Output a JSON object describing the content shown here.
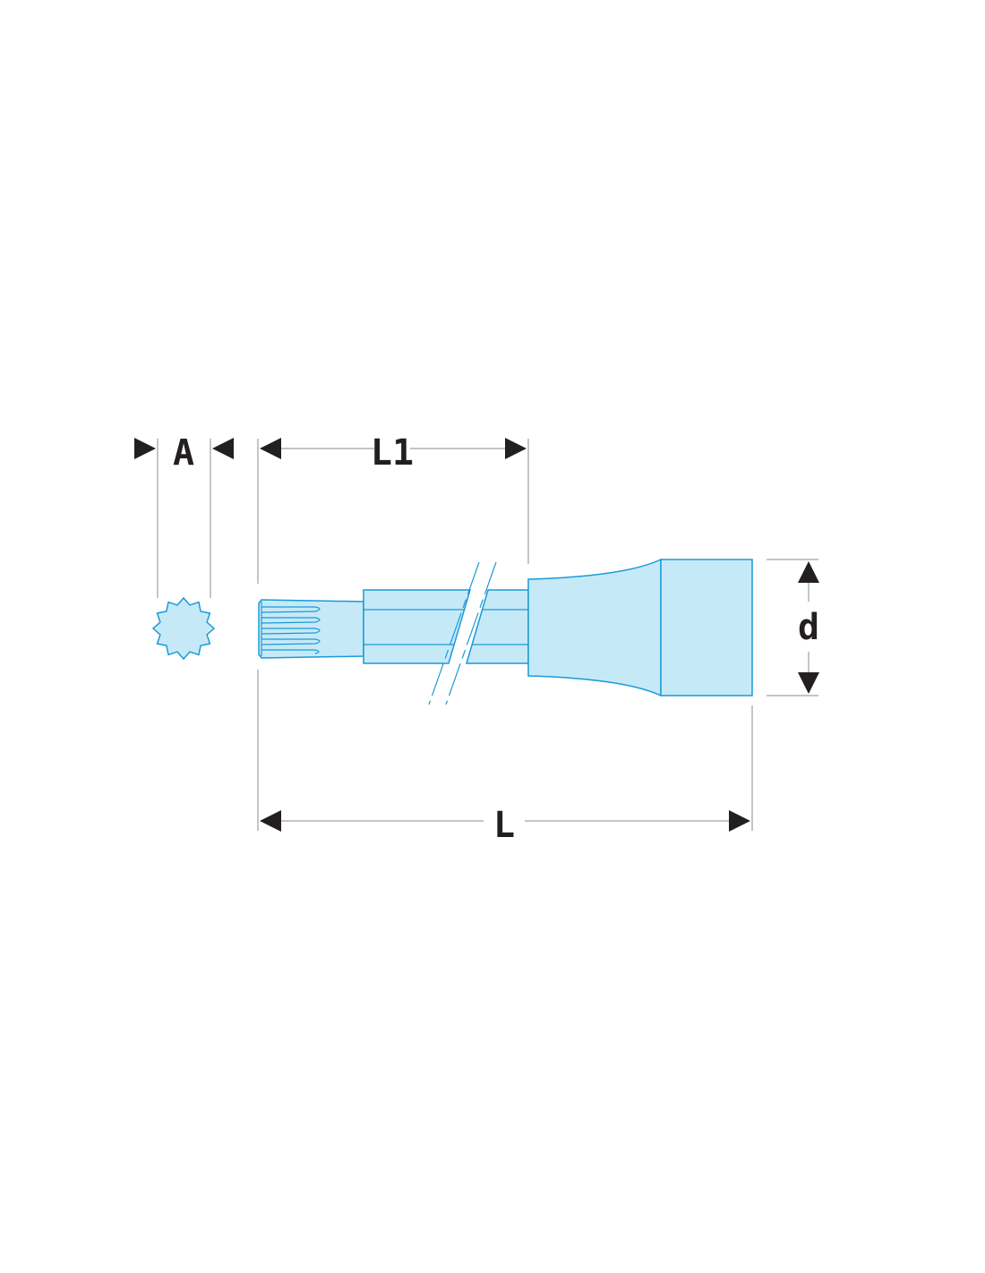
{
  "labels": {
    "a": "A",
    "l1": "L1",
    "l": "L",
    "d": "d"
  },
  "colors": {
    "tool_fill": "#c6e9f8",
    "tool_stroke": "#1a9ad6",
    "dimension_ink": "#231f20",
    "extension_line": "#8a8c8e"
  }
}
